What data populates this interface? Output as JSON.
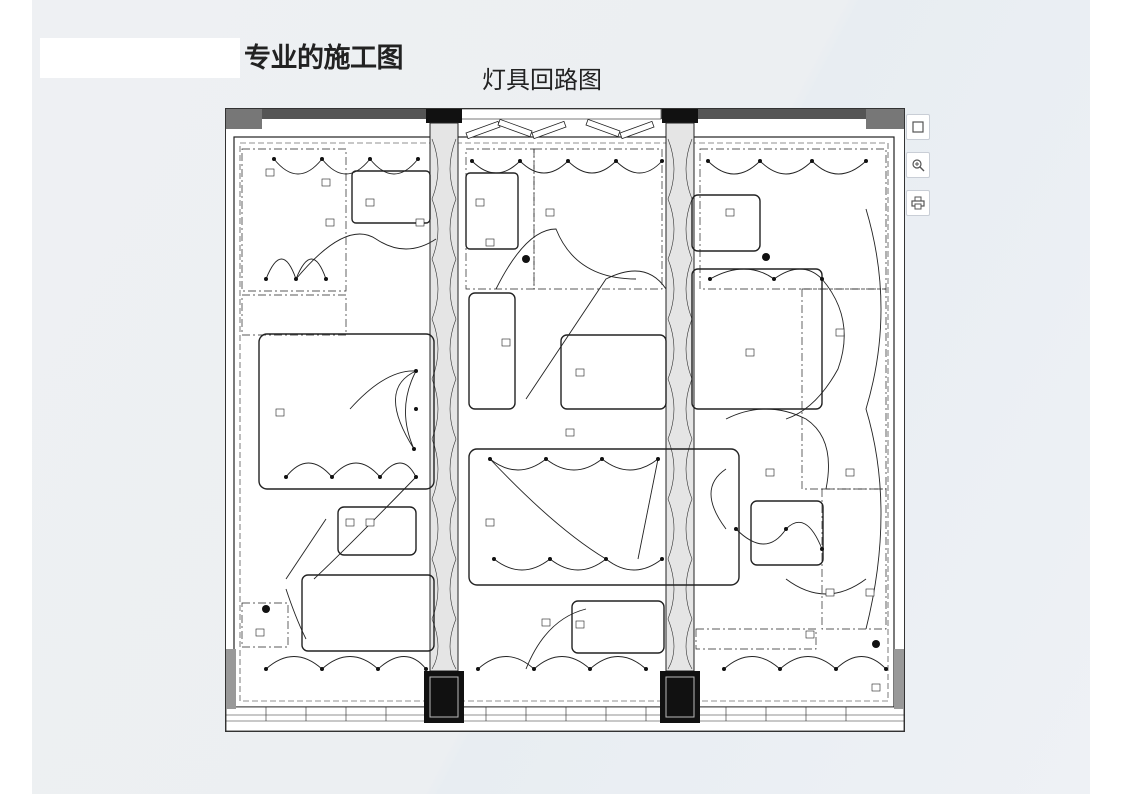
{
  "page": {
    "heading": "专业的施工图",
    "drawing_title": "灯具回路图"
  },
  "toolbar": {
    "buttons": [
      {
        "name": "fit-view-button",
        "icon": "fit-frame-icon"
      },
      {
        "name": "zoom-button",
        "icon": "zoom-in-icon"
      },
      {
        "name": "print-button",
        "icon": "printer-icon"
      }
    ]
  },
  "colors": {
    "line": "#222222",
    "background": "#eef0f3",
    "column_fill": "#111111"
  }
}
